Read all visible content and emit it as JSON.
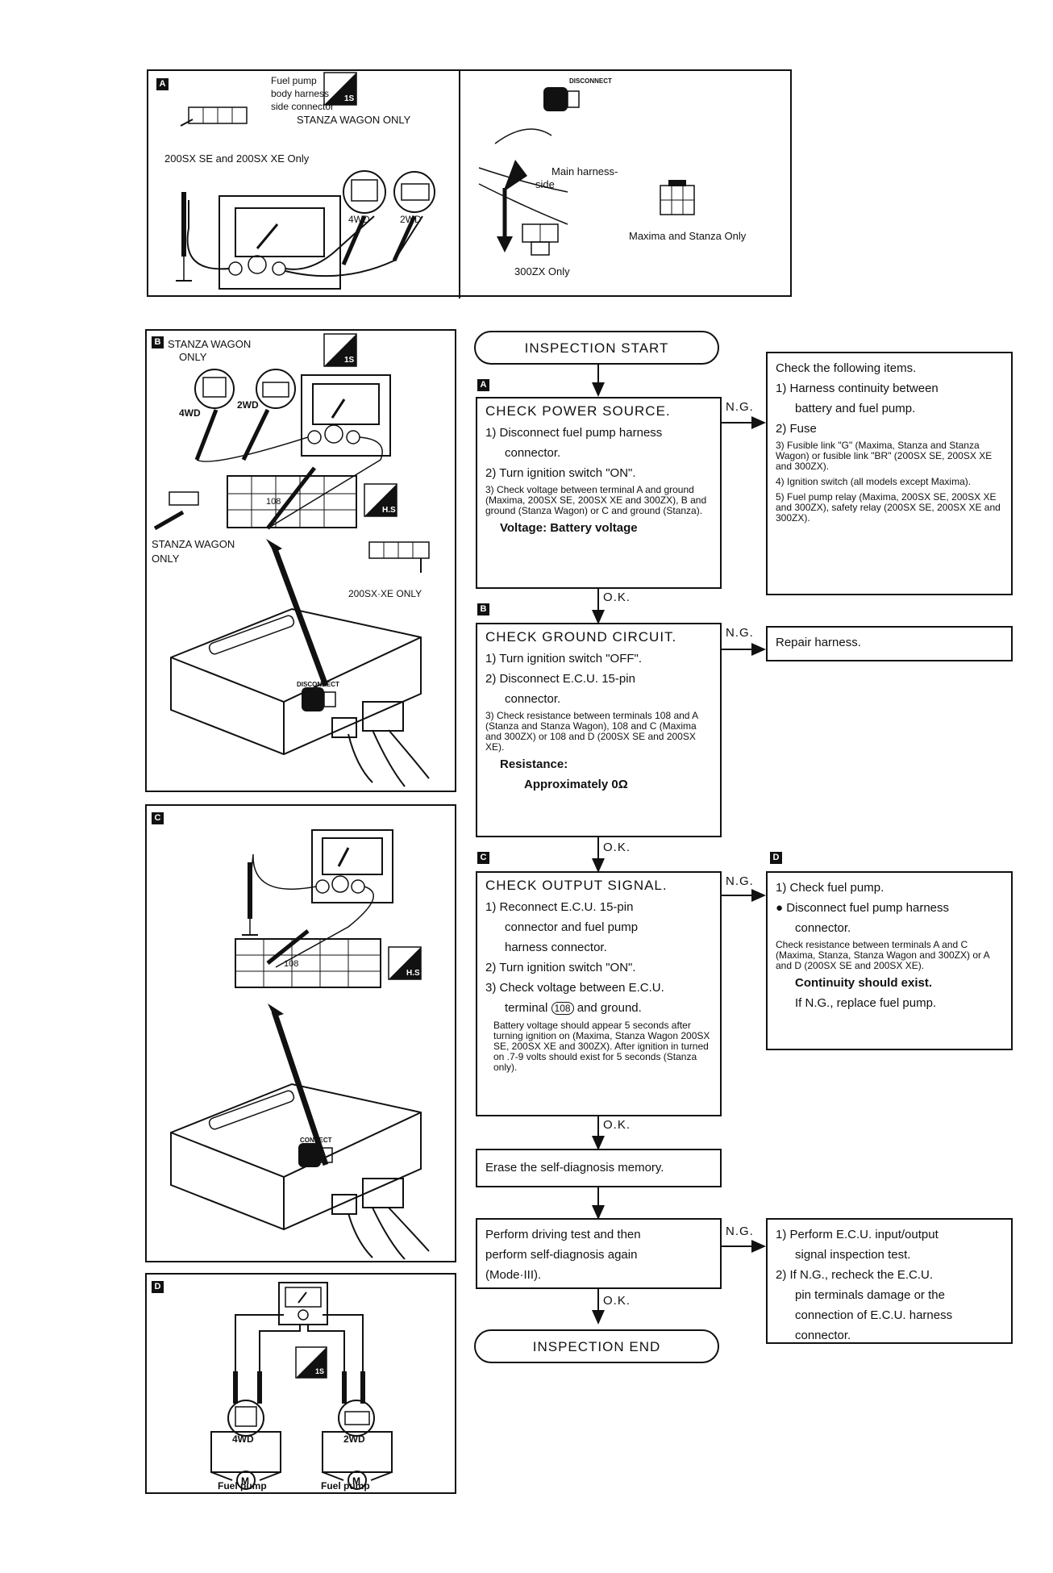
{
  "panels": {
    "a": {
      "tag": "A",
      "fuel_pump_connector": [
        "Fuel pump",
        "body harness",
        "side connector"
      ],
      "stanza_wagon_only": "STANZA WAGON ONLY",
      "models_200sx": "200SX SE and 200SX XE Only",
      "label_4wd": "4WD",
      "label_2wd": "2WD",
      "disconnect": "DISCONNECT",
      "main_harness_side": [
        "Main harness-",
        "side"
      ],
      "maxima_stanza_only": "Maxima and Stanza Only",
      "only_300zx": "300ZX Only",
      "badge": "1S"
    },
    "b": {
      "tag": "B",
      "stanza_wagon_only_top": [
        "STANZA WAGON",
        "ONLY"
      ],
      "label_4wd": "4WD",
      "label_2wd": "2WD",
      "terminal": "108",
      "stanza_wagon_only_bottom": [
        "STANZA WAGON",
        "ONLY"
      ],
      "only_200sx_xe": "200SX·XE ONLY",
      "disconnect": "DISCONNECT",
      "badge_hs": "H.S",
      "badge_1s": "1S"
    },
    "c": {
      "tag": "C",
      "terminal": "108",
      "connect": "CONNECT",
      "badge_hs": "H.S"
    },
    "d": {
      "tag": "D",
      "label_4wd": "4WD",
      "label_2wd": "2WD",
      "fuel_pump_1": "Fuel pump",
      "fuel_pump_2": "Fuel pump",
      "badge": "1S"
    }
  },
  "flow": {
    "start": "INSPECTION START",
    "end": "INSPECTION END",
    "ok": "O.K.",
    "ng": "N.G.",
    "step_a": {
      "tag": "A",
      "title": "CHECK POWER SOURCE.",
      "s1": "1) Disconnect fuel pump harness",
      "s1b": "connector.",
      "s2": "2) Turn ignition switch \"ON\".",
      "s3": "3) Check voltage between terminal A and ground (Maxima, 200SX SE, 200SX XE and 300ZX), B and ground (Stanza Wagon) or C and ground (Stanza).",
      "spec": "Voltage: Battery voltage"
    },
    "step_b": {
      "tag": "B",
      "title": "CHECK GROUND CIRCUIT.",
      "s1": "1) Turn ignition switch \"OFF\".",
      "s2": "2) Disconnect E.C.U. 15-pin",
      "s2b": "connector.",
      "s3": "3) Check resistance between terminals 108 and A (Stanza and Stanza Wagon), 108 and C (Maxima and 300ZX) or 108 and D (200SX SE and 200SX XE).",
      "spec_label": "Resistance:",
      "spec_value": "Approximately 0Ω"
    },
    "step_c": {
      "tag": "C",
      "title": "CHECK OUTPUT SIGNAL.",
      "s1": "1) Reconnect E.C.U. 15-pin",
      "s1b": "connector and fuel pump",
      "s1c": "harness connector.",
      "s2": "2) Turn ignition switch \"ON\".",
      "s3": "3) Check voltage between E.C.U.",
      "s3b_pre": "terminal",
      "s3b_term": "108",
      "s3b_post": "and ground.",
      "note": "Battery voltage should appear 5 seconds after turning ignition on (Maxima, Stanza Wagon 200SX SE, 200SX XE and 300ZX). After ignition in turned on .7-9 volts should exist for 5 seconds (Stanza only)."
    },
    "step_erase": "Erase the self-diagnosis memory.",
    "step_drive": [
      "Perform driving test and then",
      "perform self-diagnosis again",
      "(Mode·III)."
    ],
    "ng_a": {
      "intro": "Check the following items.",
      "i1": "1) Harness continuity between",
      "i1b": "battery and fuel pump.",
      "i2": "2) Fuse",
      "i3": "3) Fusible link \"G\" (Maxima, Stanza and Stanza Wagon) or fusible link \"BR\" (200SX SE, 200SX XE and 300ZX).",
      "i4": "4) Ignition switch (all models except Maxima).",
      "i5": "5) Fuel pump relay (Maxima, 200SX SE, 200SX XE and 300ZX), safety relay (200SX SE, 200SX XE and 300ZX)."
    },
    "ng_b": "Repair harness.",
    "ng_c": {
      "tag": "D",
      "i1": "1) Check fuel pump.",
      "i2": "Disconnect fuel pump harness",
      "i2b": "connector.",
      "i3": "Check resistance between terminals A and C (Maxima, Stanza, Stanza Wagon and 300ZX) or A and D (200SX SE and 200SX XE).",
      "spec": "Continuity should exist.",
      "i4": "If N.G., replace fuel pump."
    },
    "ng_d": {
      "i1": "1) Perform E.C.U. input/output",
      "i1b": "signal inspection test.",
      "i2": "2) If N.G., recheck the E.C.U.",
      "i2b": "pin terminals damage or the",
      "i2c": "connection of E.C.U. harness",
      "i2d": "connector."
    }
  }
}
